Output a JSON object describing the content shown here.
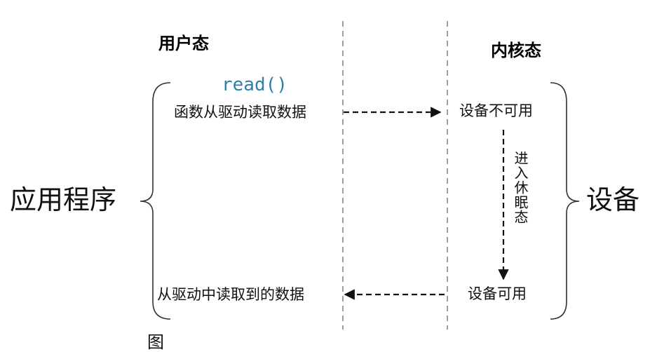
{
  "user_mode_label": "用户态",
  "kernel_mode_label": "内核态",
  "app_label": "应用程序",
  "device_label": "设备",
  "call_label": "read()",
  "request_text": "函数从驱动读取数据",
  "device_unavailable": "设备不可用",
  "sleep_text": "进入休眠态",
  "device_available": "设备可用",
  "result_text": "从驱动中读取到的数据",
  "caption": "图",
  "colors": {
    "call": "#2f7fa6",
    "divider": "#9e9e9e",
    "arrow": "#111111"
  }
}
